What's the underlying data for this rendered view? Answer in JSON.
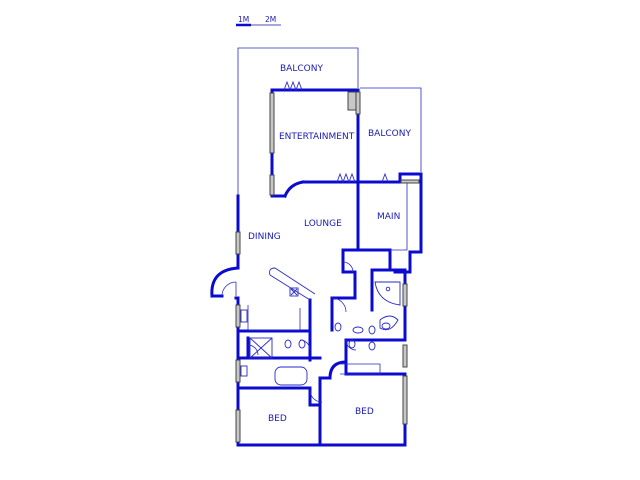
{
  "scale_bar": {
    "label_1": "1M",
    "label_2": "2M"
  },
  "rooms": {
    "balcony_top": "BALCONY",
    "entertainment": "ENTERTAINMENT",
    "balcony_right": "BALCONY",
    "main": "MAIN",
    "lounge": "LOUNGE",
    "dining": "DINING",
    "bed_left": "BED",
    "bed_right": "BED"
  },
  "colors": {
    "wall": "#0b0bd0",
    "label": "#1a1ab4",
    "window": "#c8c8c8",
    "background": "#ffffff"
  }
}
